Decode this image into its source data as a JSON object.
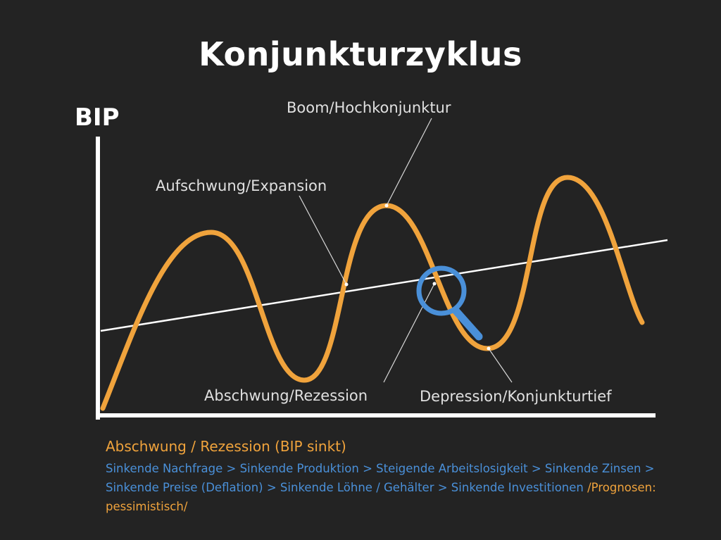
{
  "title": "Konjunkturzyklus",
  "axis": {
    "ylabel": "BIP"
  },
  "phases": {
    "boom": "Boom/Hochkonjunktur",
    "expansion": "Aufschwung/Expansion",
    "recession": "Abschwung/Rezession",
    "depression": "Depression/Konjunkturtief"
  },
  "colors": {
    "background": "#232323",
    "curve": "#f0a33c",
    "trend": "#ffffff",
    "magnifier": "#4a90d9",
    "caption_heading": "#f0a33c",
    "caption_text": "#4a90d9"
  },
  "icons": {
    "magnifier": "magnifying-glass-icon"
  },
  "caption": {
    "heading": "Abschwung / Rezession (BIP sinkt)",
    "body": "Sinkende Nachfrage > Sinkende Produktion > Steigende Arbeitslosigkeit > Sinkende Zinsen > Sinkende Preise (Deflation) > Sinkende Löhne / Gehälter > Sinkende Investitionen ",
    "outlook": "/Prognosen: pessimistisch/"
  }
}
